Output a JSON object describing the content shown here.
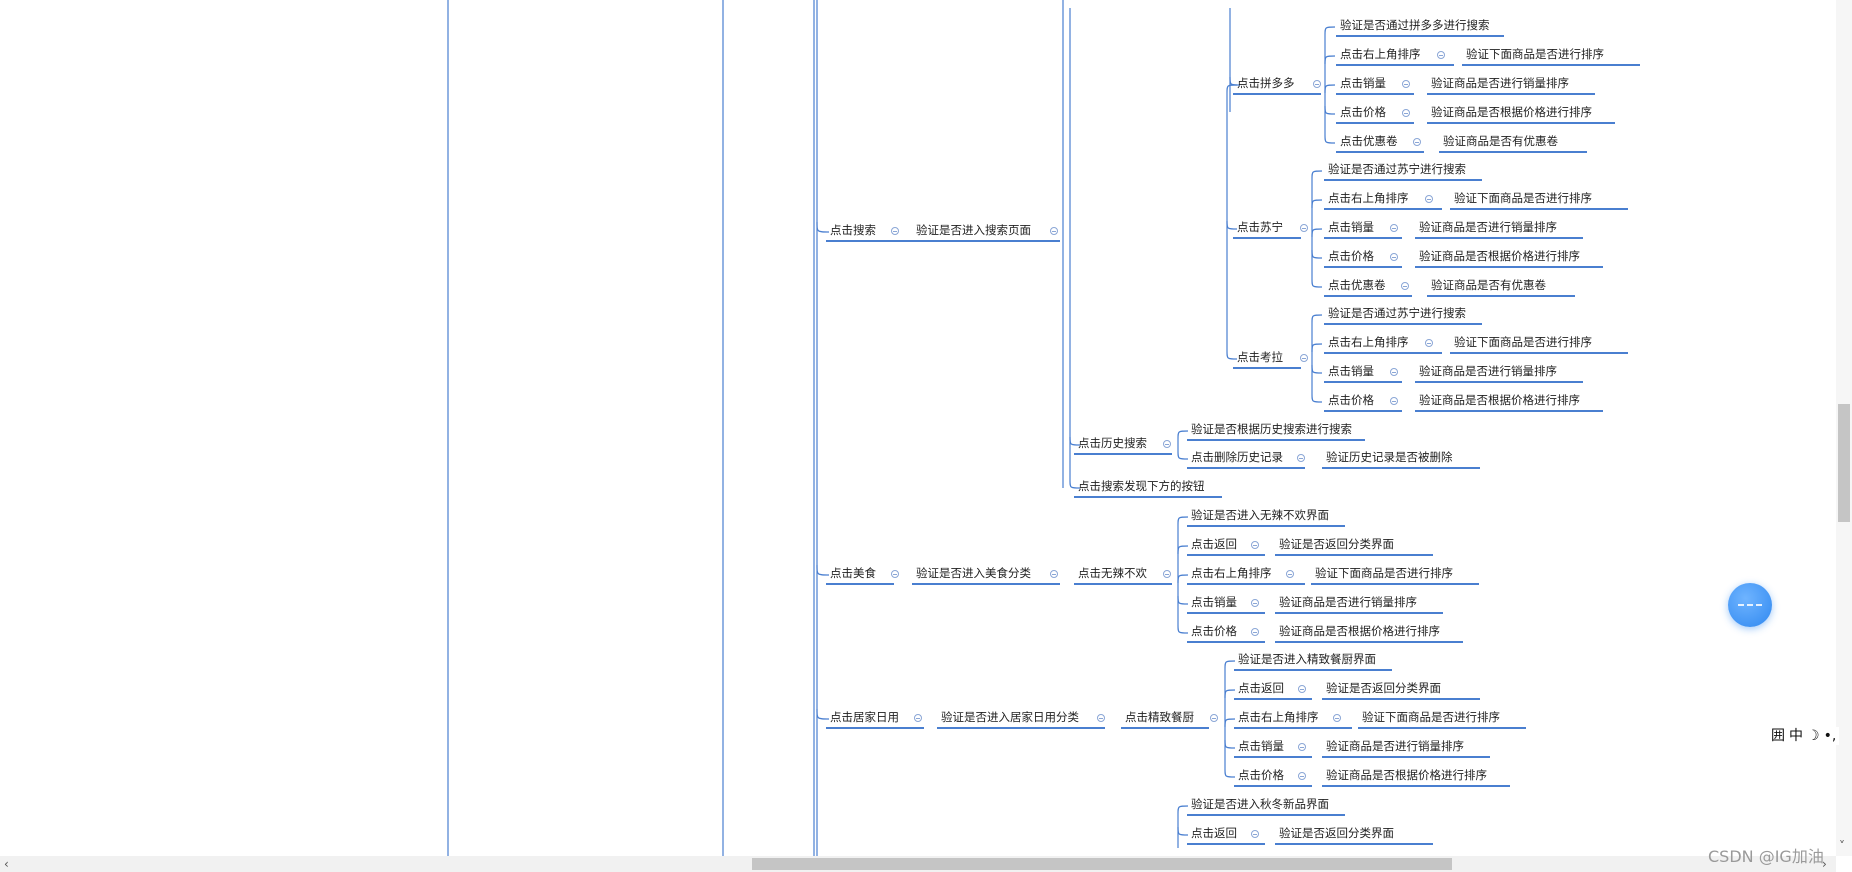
{
  "mindmap": {
    "nodes": [
      {
        "id": "n1",
        "text": "点击搜索"
      },
      {
        "id": "n2",
        "text": "验证是否进入搜索页面"
      },
      {
        "id": "pdd",
        "text": "点击拼多多"
      },
      {
        "id": "pdd1",
        "text": "验证是否通过拼多多进行搜索"
      },
      {
        "id": "pdd2",
        "text": "点击右上角排序"
      },
      {
        "id": "pdd2a",
        "text": "验证下面商品是否进行排序"
      },
      {
        "id": "pdd3",
        "text": "点击销量"
      },
      {
        "id": "pdd3a",
        "text": "验证商品是否进行销量排序"
      },
      {
        "id": "pdd4",
        "text": "点击价格"
      },
      {
        "id": "pdd4a",
        "text": "验证商品是否根据价格进行排序"
      },
      {
        "id": "pdd5",
        "text": "点击优惠卷"
      },
      {
        "id": "pdd5a",
        "text": "验证商品是否有优惠卷"
      },
      {
        "id": "sn",
        "text": "点击苏宁"
      },
      {
        "id": "sn1",
        "text": "验证是否通过苏宁进行搜索"
      },
      {
        "id": "sn2",
        "text": "点击右上角排序"
      },
      {
        "id": "sn2a",
        "text": "验证下面商品是否进行排序"
      },
      {
        "id": "sn3",
        "text": "点击销量"
      },
      {
        "id": "sn3a",
        "text": "验证商品是否进行销量排序"
      },
      {
        "id": "sn4",
        "text": "点击价格"
      },
      {
        "id": "sn4a",
        "text": "验证商品是否根据价格进行排序"
      },
      {
        "id": "sn5",
        "text": "点击优惠卷"
      },
      {
        "id": "sn5a",
        "text": "验证商品是否有优惠卷"
      },
      {
        "id": "kl",
        "text": "点击考拉"
      },
      {
        "id": "kl1",
        "text": "验证是否通过苏宁进行搜索"
      },
      {
        "id": "kl2",
        "text": "点击右上角排序"
      },
      {
        "id": "kl2a",
        "text": "验证下面商品是否进行排序"
      },
      {
        "id": "kl3",
        "text": "点击销量"
      },
      {
        "id": "kl3a",
        "text": "验证商品是否进行销量排序"
      },
      {
        "id": "kl4",
        "text": "点击价格"
      },
      {
        "id": "kl4a",
        "text": "验证商品是否根据价格进行排序"
      },
      {
        "id": "hist",
        "text": "点击历史搜索"
      },
      {
        "id": "hist1",
        "text": "验证是否根据历史搜索进行搜索"
      },
      {
        "id": "hist2",
        "text": "点击删除历史记录"
      },
      {
        "id": "hist2a",
        "text": "验证历史记录是否被删除"
      },
      {
        "id": "btn",
        "text": "点击搜索发现下方的按钮"
      },
      {
        "id": "ms",
        "text": "点击美食"
      },
      {
        "id": "ms1",
        "text": "验证是否进入美食分类"
      },
      {
        "id": "wl",
        "text": "点击无辣不欢"
      },
      {
        "id": "wl1",
        "text": "验证是否进入无辣不欢界面"
      },
      {
        "id": "wl2",
        "text": "点击返回"
      },
      {
        "id": "wl2a",
        "text": "验证是否返回分类界面"
      },
      {
        "id": "wl3",
        "text": "点击右上角排序"
      },
      {
        "id": "wl3a",
        "text": "验证下面商品是否进行排序"
      },
      {
        "id": "wl4",
        "text": "点击销量"
      },
      {
        "id": "wl4a",
        "text": "验证商品是否进行销量排序"
      },
      {
        "id": "wl5",
        "text": "点击价格"
      },
      {
        "id": "wl5a",
        "text": "验证商品是否根据价格进行排序"
      },
      {
        "id": "jj",
        "text": "点击居家日用"
      },
      {
        "id": "jj1",
        "text": "验证是否进入居家日用分类"
      },
      {
        "id": "jz",
        "text": "点击精致餐厨"
      },
      {
        "id": "jz1",
        "text": "验证是否进入精致餐厨界面"
      },
      {
        "id": "jz2",
        "text": "点击返回"
      },
      {
        "id": "jz2a",
        "text": "验证是否返回分类界面"
      },
      {
        "id": "jz3",
        "text": "点击右上角排序"
      },
      {
        "id": "jz3a",
        "text": "验证下面商品是否进行排序"
      },
      {
        "id": "jz4",
        "text": "点击销量"
      },
      {
        "id": "jz4a",
        "text": "验证商品是否进行销量排序"
      },
      {
        "id": "jz5",
        "text": "点击价格"
      },
      {
        "id": "jz5a",
        "text": "验证商品是否根据价格进行排序"
      },
      {
        "id": "qd1",
        "text": "验证是否进入秋冬新品界面"
      },
      {
        "id": "qd2",
        "text": "点击返回"
      },
      {
        "id": "qd2a",
        "text": "验证是否返回分类界面"
      }
    ]
  },
  "ime_toolbar": {
    "grid_glyph": "囲",
    "lang": "中",
    "moon": "☽",
    "dot": "•,"
  },
  "scroll_arrows": {
    "left": "‹",
    "right": "›",
    "down": "˅"
  },
  "watermark": "CSDN @IG加油",
  "colors": {
    "branch_line": "#4a7fd0",
    "fold_marker": "#8aa6d6",
    "fab": "#2f88f0"
  }
}
